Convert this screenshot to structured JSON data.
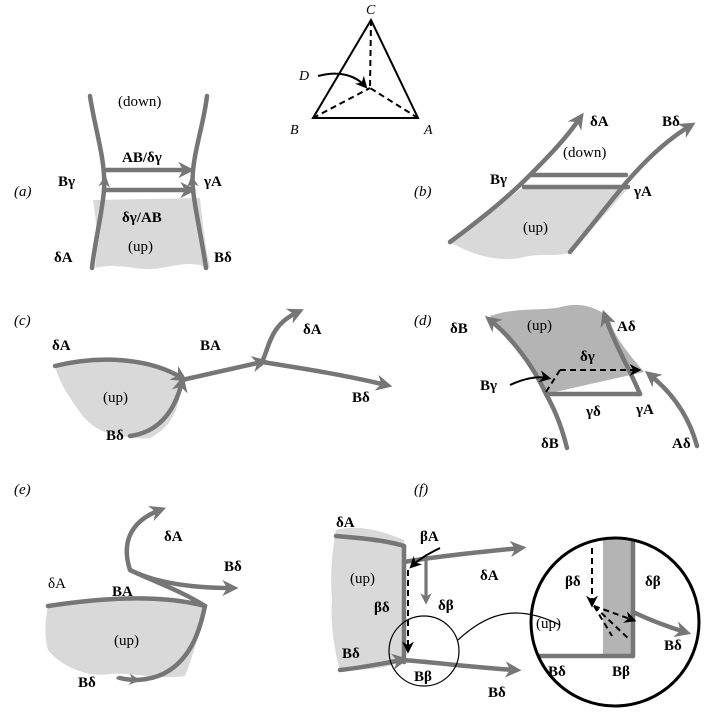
{
  "figure": {
    "tetrahedron": {
      "vertex_c": "C",
      "vertex_d": "D",
      "vertex_b": "B",
      "vertex_a": "A"
    },
    "a": {
      "panel_label": "(a)",
      "region_down": "(down)",
      "region_up": "(up)",
      "edge_top": "AB/δγ",
      "edge_bottom": "δγ/AB",
      "left_upper": "Bγ",
      "right_upper": "γA",
      "left_lower": "δA",
      "right_lower": "Bδ"
    },
    "b": {
      "panel_label": "(b)",
      "region_down": "(down)",
      "region_up": "(up)",
      "top_left": "δA",
      "top_right": "Bδ",
      "left_mid": "Bγ",
      "right_mid": "γA"
    },
    "c": {
      "panel_label": "(c)",
      "region_up": "(up)",
      "left_top": "δA",
      "left_bottom": "Bδ",
      "middle": "BA",
      "branch_top": "δA",
      "branch_right": "Bδ"
    },
    "d": {
      "panel_label": "(d)",
      "region_up": "(up)",
      "top_left": "δB",
      "top_right": "Aδ",
      "center": "δγ",
      "pointer": "Bγ",
      "inner": "γδ",
      "right_mid": "γA",
      "bottom_left": "δB",
      "bottom_right": "Aδ"
    },
    "e": {
      "panel_label": "(e)",
      "region_up": "(up)",
      "top": "δA",
      "right": "Bδ",
      "left": "δA",
      "middle": "BA",
      "bottom": "Bδ"
    },
    "f": {
      "panel_label": "(f)",
      "region_up": "(up)",
      "left_top": "δA",
      "pointer_top": "βA",
      "right_top": "δA",
      "left_mid": "βδ",
      "center_mid": "δβ",
      "left_bottom": "Bδ",
      "bottom_center": "Bβ",
      "bottom_right": "Bδ",
      "zoom_left": "βδ",
      "zoom_right": "δβ",
      "zoom_region_up": "(up)",
      "zoom_bottom_left": "Bδ",
      "zoom_bottom_center": "Bβ",
      "zoom_bottom_right": "Bδ"
    }
  }
}
